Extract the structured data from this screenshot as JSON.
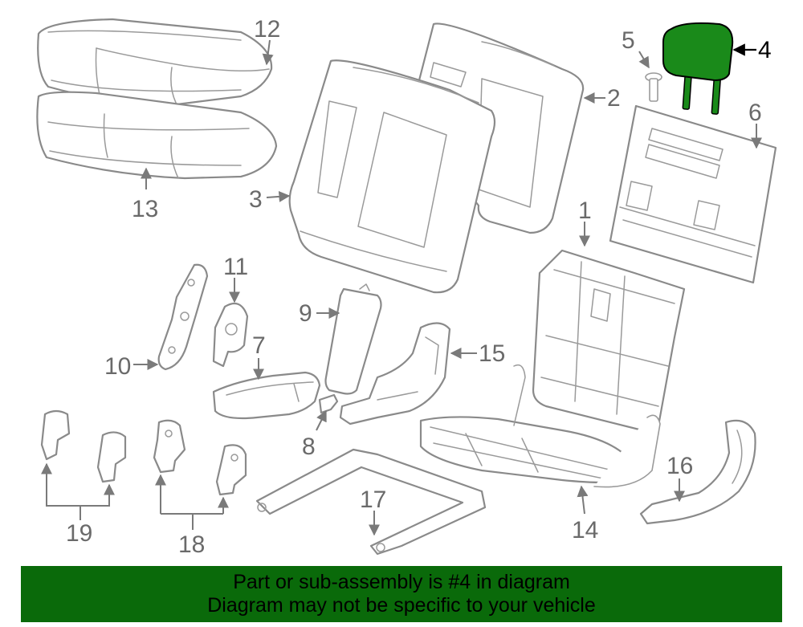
{
  "colors": {
    "highlight_part": "#1a8a1a",
    "banner_background": "#0a6a0a",
    "line_art": "#8a8a8a",
    "callout_text": "#6a6a6a"
  },
  "highlighted_part": "4",
  "callouts": {
    "c1": "1",
    "c2": "2",
    "c3": "3",
    "c4": "4",
    "c5": "5",
    "c6": "6",
    "c7": "7",
    "c8": "8",
    "c9": "9",
    "c10": "10",
    "c11": "11",
    "c12": "12",
    "c13": "13",
    "c14": "14",
    "c15": "15",
    "c16": "16",
    "c17": "17",
    "c18": "18",
    "c19": "19"
  },
  "banner": {
    "line1": "Part or sub-assembly is #4 in diagram",
    "line2": "Diagram may not be specific to your vehicle"
  }
}
